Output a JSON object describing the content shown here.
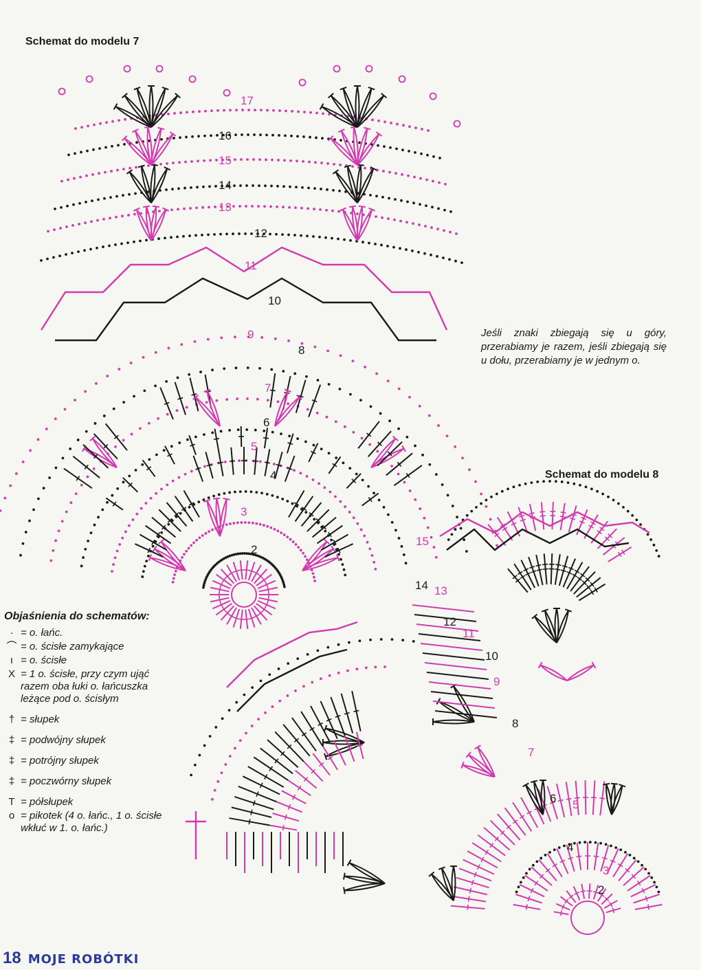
{
  "colors": {
    "pink": "#d23ab0",
    "black": "#1a1a1a",
    "paper": "#f6f7f3",
    "footer": "#2b3a9a"
  },
  "model7": {
    "title": "Schemat do modelu 7",
    "rounds": [
      {
        "n": "17",
        "color": "pink"
      },
      {
        "n": "16",
        "color": "black"
      },
      {
        "n": "15",
        "color": "pink"
      },
      {
        "n": "14",
        "color": "black"
      },
      {
        "n": "13",
        "color": "pink"
      },
      {
        "n": "12",
        "color": "black"
      },
      {
        "n": "11",
        "color": "pink"
      },
      {
        "n": "10",
        "color": "black"
      },
      {
        "n": "9",
        "color": "pink"
      },
      {
        "n": "8",
        "color": "black"
      },
      {
        "n": "7",
        "color": "pink"
      },
      {
        "n": "6",
        "color": "black"
      },
      {
        "n": "5",
        "color": "pink"
      },
      {
        "n": "4",
        "color": "black"
      },
      {
        "n": "3",
        "color": "pink"
      },
      {
        "n": "2",
        "color": "black"
      }
    ]
  },
  "model8": {
    "title": "Schemat do modelu 8",
    "rounds": [
      {
        "n": "15",
        "color": "pink"
      },
      {
        "n": "14",
        "color": "black"
      },
      {
        "n": "13",
        "color": "pink"
      },
      {
        "n": "12",
        "color": "black"
      },
      {
        "n": "11",
        "color": "pink"
      },
      {
        "n": "10",
        "color": "black"
      },
      {
        "n": "9",
        "color": "pink"
      },
      {
        "n": "8",
        "color": "black"
      },
      {
        "n": "7",
        "color": "pink"
      },
      {
        "n": "6",
        "color": "black"
      },
      {
        "n": "5",
        "color": "pink"
      },
      {
        "n": "4",
        "color": "black"
      },
      {
        "n": "3",
        "color": "pink"
      },
      {
        "n": "2",
        "color": "black"
      }
    ]
  },
  "note": "Jeśli znaki zbiegają się u góry, przerabiamy je razem, jeśli zbiegają się u dołu, przerabiamy je w jednym o.",
  "legend": {
    "heading": "Objaśnienia do schematów:",
    "items": [
      {
        "symbol": "·",
        "text": "= o. łańc."
      },
      {
        "symbol": "⌒",
        "text": "= o. ścisłe zamykające"
      },
      {
        "symbol": "ı",
        "text": "= o. ścisłe"
      },
      {
        "symbol": "X",
        "text": "= 1 o. ścisłe, przy czym ująć razem oba łuki o. łańcuszka leżące pod o. ścisłym"
      },
      {
        "symbol": "†",
        "text": "= słupek"
      },
      {
        "symbol": "‡",
        "text": "= podwójny słupek"
      },
      {
        "symbol": "‡",
        "text": "= potrójny słupek"
      },
      {
        "symbol": "‡",
        "text": "= poczwórny słupek"
      },
      {
        "symbol": "T",
        "text": "= półsłupek"
      },
      {
        "symbol": "o",
        "text": "= pikotek (4 o. łańc., 1 o. ścisłe wkłuć w 1. o. łańc.)"
      }
    ]
  },
  "footer": {
    "page": "18",
    "magazine": "MOJE ROBÓTKI"
  }
}
